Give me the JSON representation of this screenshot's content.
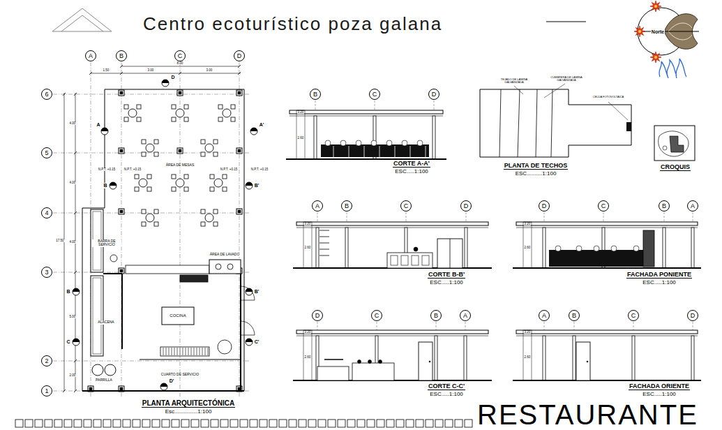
{
  "diagram": {
    "title": "Centro ecoturístico poza galana",
    "nodes": [
      {
        "text": [
          "A"
        ]
      },
      {
        "text": [
          "B"
        ]
      },
      {
        "text": [
          "C"
        ]
      },
      {
        "text": [
          "D"
        ]
      },
      {
        "text": [
          "6"
        ]
      },
      {
        "text": [
          "5"
        ]
      },
      {
        "text": [
          "4"
        ]
      },
      {
        "text": [
          "3"
        ]
      },
      {
        "text": [
          "2"
        ]
      },
      {
        "text": [
          "1"
        ]
      },
      {
        "text": [
          "B"
        ]
      },
      {
        "text": [
          "C"
        ]
      },
      {
        "text": [
          "D"
        ]
      },
      {
        "text": [
          "A"
        ]
      },
      {
        "text": [
          "B"
        ]
      },
      {
        "text": [
          "C"
        ]
      },
      {
        "text": [
          "D"
        ]
      },
      {
        "text": [
          "D"
        ]
      },
      {
        "text": [
          "C"
        ]
      },
      {
        "text": [
          "B"
        ]
      },
      {
        "text": [
          "A"
        ]
      },
      {
        "text": [
          "D"
        ]
      },
      {
        "text": [
          "C"
        ]
      },
      {
        "text": [
          "B"
        ]
      },
      {
        "text": [
          "A"
        ]
      },
      {
        "text": [
          "A"
        ]
      },
      {
        "text": [
          "B"
        ]
      },
      {
        "text": [
          "C"
        ]
      },
      {
        "text": [
          "D"
        ]
      }
    ],
    "labels": [
      "RESTAURANTE",
      "PLANTA ARQUITECTÓNICA",
      "Esc...............1:100",
      "CORTE A-A'",
      "ESC.....1:100",
      "PLANTA DE TECHOS",
      "ESC..........1:100",
      "CROQUIS",
      "CORTE B-B'",
      "ESC.....1:100",
      "FACHADA PONIENTE",
      "ESC.....1:100",
      "CORTE C-C'",
      "ESC.....1:100",
      "FACHADA ORIENTE",
      "ESC.....1:100",
      "ÁREA DE MESAS",
      "BARRA DE SERVICIO",
      "ALACENA",
      "COCINA",
      "ÁREA DE LAVADO",
      "PARRILLA",
      "CUARTO DE SERVICIO",
      "Norte",
      "N.P.T. +0.15",
      "N.P.T. +0.15",
      "N.P.T. +0.15",
      "N.P.T. +0.15",
      "A",
      "A'",
      "B",
      "B'",
      "B",
      "B'",
      "C",
      "C'",
      "D",
      "D'",
      "8.00",
      "1.50",
      "3.00",
      "3.00",
      "17.50",
      "4.00",
      "4.00",
      "4.00",
      "5.00",
      "2.00",
      "3.20",
      "2.60",
      "3.20",
      "2.60",
      "3.20",
      "2.60",
      "3.20",
      "2.60",
      "3.20",
      "2.60",
      "TEJADO DE LÁMINA GALVANIZADA",
      "CUMBRERA DE LÁMINA GALVANIZADA",
      "CELDA FOTOVOLTAICA"
    ]
  }
}
